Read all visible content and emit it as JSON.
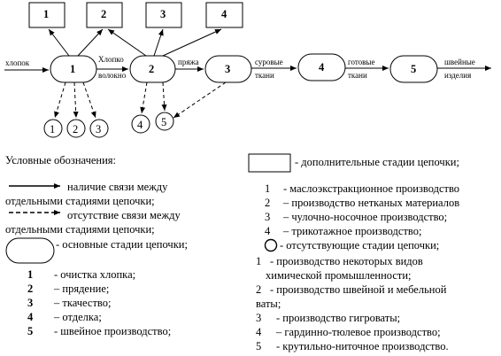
{
  "top_boxes": [
    "1",
    "2",
    "3",
    "4"
  ],
  "main_stages": [
    "1",
    "2",
    "3",
    "4",
    "5"
  ],
  "circles": [
    "1",
    "2",
    "3",
    "4",
    "5"
  ],
  "flow_labels": {
    "input": "хлопок",
    "s1_s2": [
      "Хлопко",
      "волокно"
    ],
    "s2_s3": "пряжа",
    "s3_s4": [
      "суровые",
      "ткани"
    ],
    "s4_s5": [
      "готовые",
      "ткани"
    ],
    "output": [
      "швейные",
      "изделия"
    ]
  },
  "legend": {
    "title": "Условные обозначения:",
    "solid_arrow": [
      "наличие связи между",
      "отдельными стадиями цепочки;"
    ],
    "dashed_arrow": [
      "отсутствие связи между",
      "отдельными стадиями цепочки;"
    ],
    "main_stage_symbol": "- основные стадии цепочки;",
    "main_list": [
      {
        "num": "1",
        "text": "- очистка хлопка;"
      },
      {
        "num": "2",
        "text": "– прядение;"
      },
      {
        "num": "3",
        "text": "– ткачество;"
      },
      {
        "num": "4",
        "text": "– отделка;"
      },
      {
        "num": "5",
        "text": "- швейное производство;"
      }
    ],
    "additional_symbol": "- дополнительные стадии цепочки;",
    "additional_list": [
      {
        "num": "1",
        "text": "- маслоэкстракционное производство"
      },
      {
        "num": "2",
        "text": "– производство нетканых материалов"
      },
      {
        "num": "3",
        "text": "– чулочно-носочное производство;"
      },
      {
        "num": "4",
        "text": "– трикотажное производство;"
      }
    ],
    "missing_symbol": "- отсутствующие стадии цепочки;",
    "missing_list": [
      {
        "num": "1",
        "lines": [
          "-  производство некоторых видов",
          "химической промышленности;"
        ]
      },
      {
        "num": "2",
        "lines": [
          "- производство швейной и мебельной",
          "ваты;"
        ]
      },
      {
        "num": "3",
        "lines": [
          "- производство гигроваты;"
        ]
      },
      {
        "num": "4",
        "lines": [
          "– гардинно-тюлевое производство;"
        ]
      },
      {
        "num": "5",
        "lines": [
          "- крутильно-ниточное производство."
        ]
      }
    ]
  }
}
